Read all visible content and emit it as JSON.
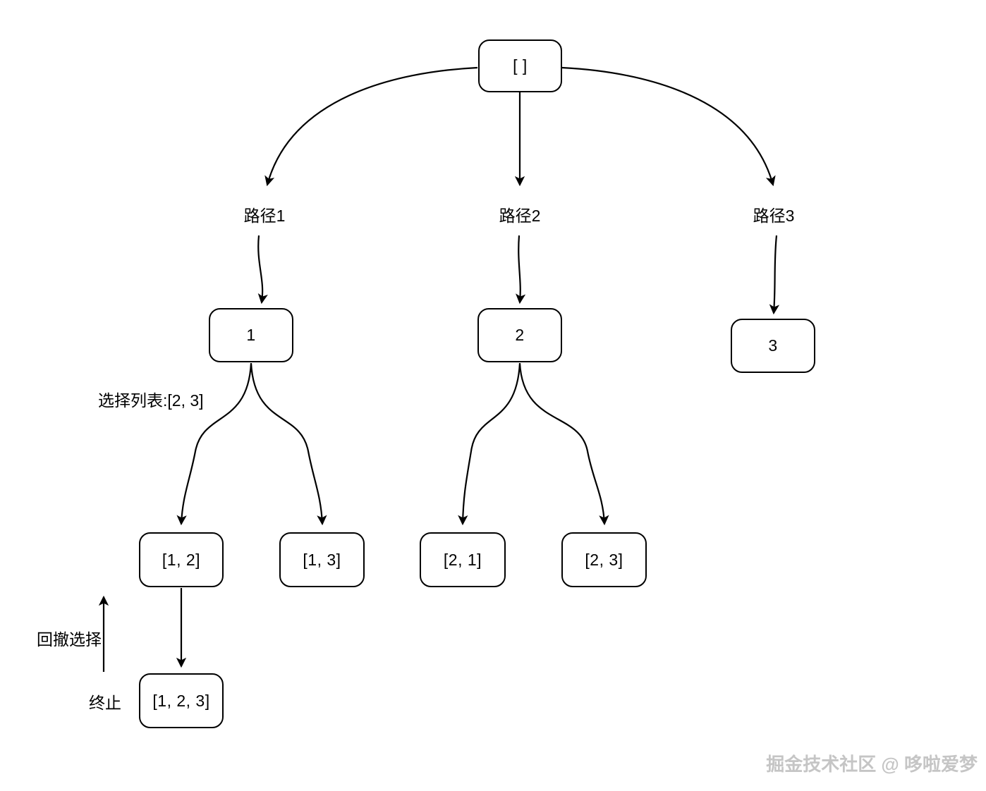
{
  "nodes": {
    "root": "[ ]",
    "n1": "1",
    "n2": "2",
    "n3": "3",
    "n12": "[1, 2]",
    "n13": "[1, 3]",
    "n21": "[2, 1]",
    "n23": "[2, 3]",
    "n123": "[1, 2, 3]"
  },
  "labels": {
    "path1": "路径1",
    "path2": "路径2",
    "path3": "路径3",
    "choice_list": "选择列表:[2, 3]",
    "backtrack": "回撤选择",
    "terminate": "终止"
  },
  "watermark": "掘金技术社区 @ 哆啦爱梦",
  "colors": {
    "stroke": "#000000",
    "node_fill": "#ffffff",
    "text": "#000000",
    "watermark": "#c5c5c5"
  }
}
